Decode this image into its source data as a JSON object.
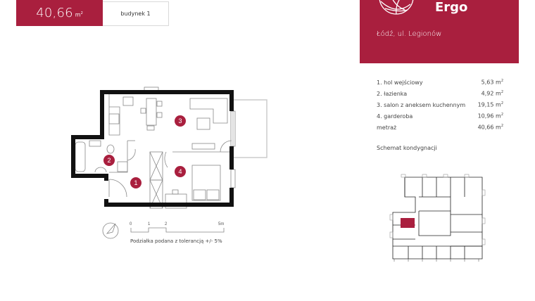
{
  "header": {
    "area_value": "40,66",
    "area_unit": "m",
    "area_unit_sup": "2",
    "building": "budynek 1"
  },
  "brand": {
    "name": "Ergo",
    "address": "Łódź, ul. Legionów",
    "logo_icon": "globe-leaf-logo",
    "color": "#a91f3e"
  },
  "rooms": [
    {
      "label": "1. hol wejściowy",
      "area": "5,63 m",
      "sup": "2"
    },
    {
      "label": "2. łazienka",
      "area": "4,92 m",
      "sup": "2"
    },
    {
      "label": "3. salon z aneksem kuchennym",
      "area": "19,15 m",
      "sup": "2"
    },
    {
      "label": "4. garderoba",
      "area": "10,96 m",
      "sup": "2"
    },
    {
      "label": "metraż",
      "area": "40,66 m",
      "sup": "2"
    }
  ],
  "plan": {
    "markers": [
      "1",
      "2",
      "3",
      "4"
    ]
  },
  "scale": {
    "ticks": [
      "0",
      "1",
      "2",
      "5m"
    ],
    "note": "Podziałka podana z tolerancją +/- 5%",
    "compass_icon": "north-compass"
  },
  "schema": {
    "label": "Schemat kondygnacji"
  }
}
